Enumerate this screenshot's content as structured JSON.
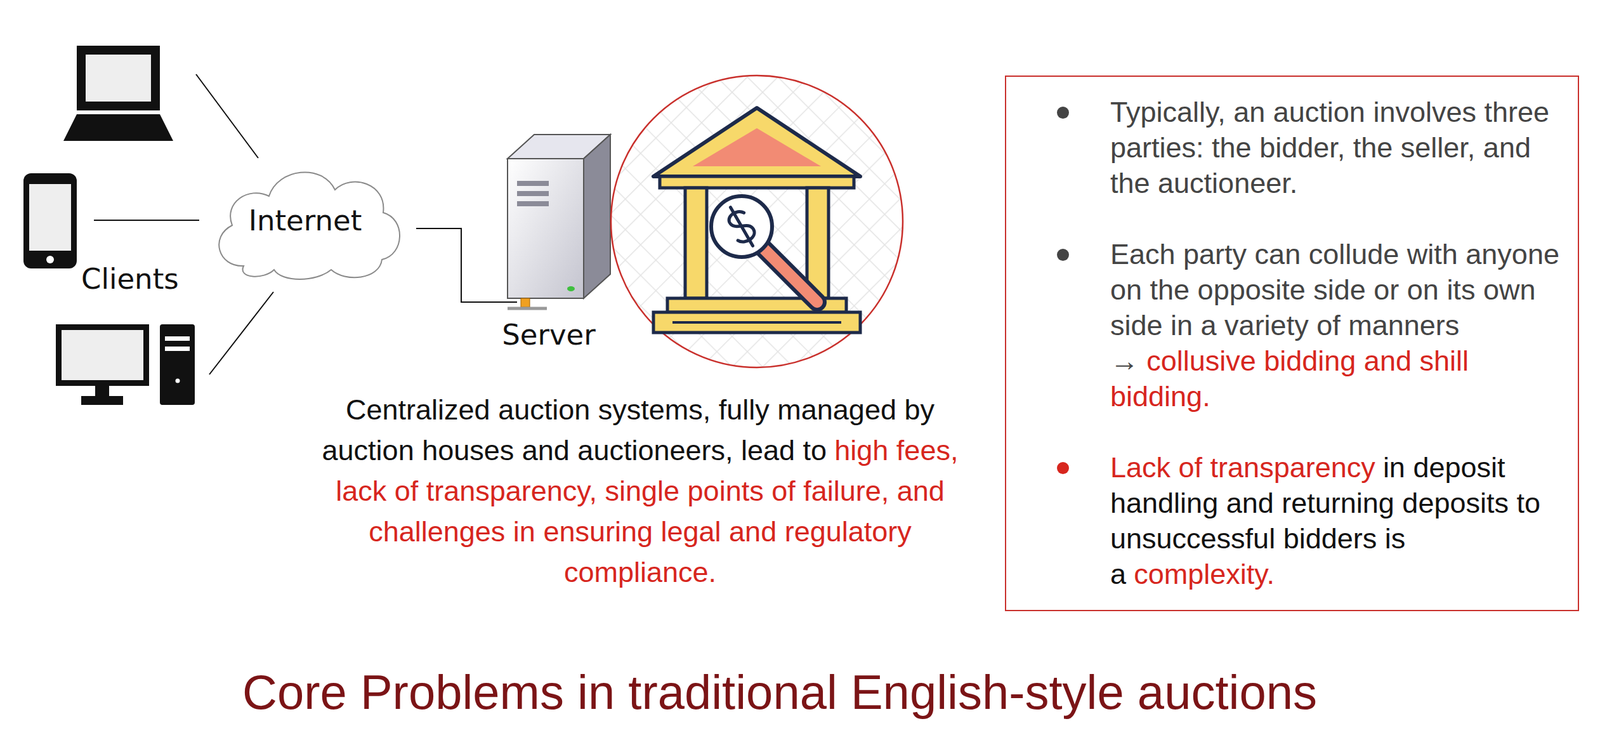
{
  "diagram": {
    "title": "Core Problems in traditional English-style auctions",
    "nodes": [
      {
        "text": [
          "Internet"
        ]
      },
      {
        "text": [
          "Typically, an auction involves three parties: the bidder, the seller, and the auctioneer.",
          "Each party can collude with anyone on the opposite side or on its own side in a variety of manners →",
          "collusive bidding and shill bidding.",
          "Lack of transparency",
          "in deposit handling and returning deposits to unsuccessful bidders is a",
          "complexity."
        ]
      }
    ],
    "labels": [
      "Clients",
      "Server",
      "Centralized auction systems, fully managed by auction houses and auctioneers, lead to",
      "high fees, lack of transparency, single points of failure, and challenges in ensuring legal and regulatory compliance."
    ]
  }
}
